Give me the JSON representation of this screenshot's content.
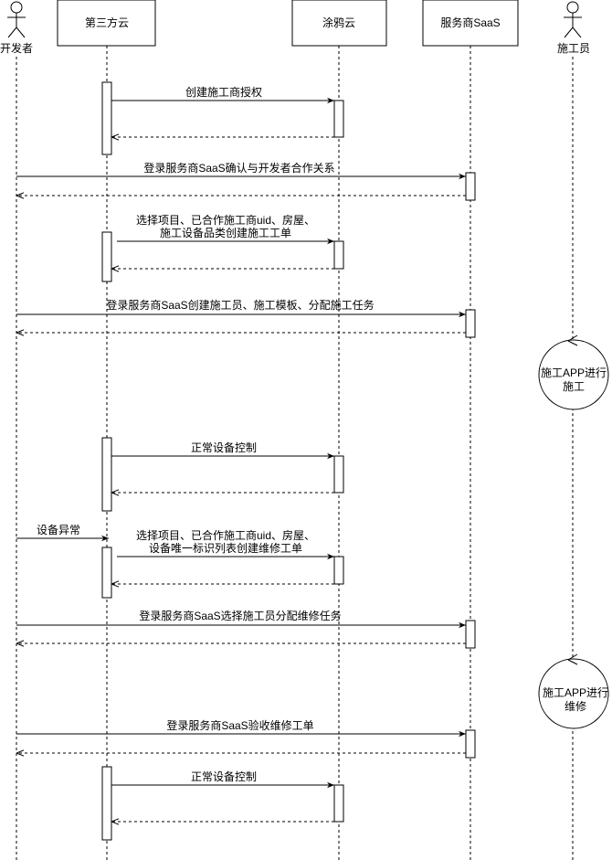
{
  "participants": {
    "developer": "开发者",
    "third_cloud": "第三方云",
    "tuya_cloud": "涂鸦云",
    "saas": "服务商SaaS",
    "worker": "施工员"
  },
  "messages": {
    "m1": "创建施工商授权",
    "m2": "登录服务商SaaS确认与开发者合作关系",
    "m3_line1": "选择项目、已合作施工商uid、房屋、",
    "m3_line2": "施工设备品类创建施工工单",
    "m4": "登录服务商SaaS创建施工员、施工模板、分配施工任务",
    "m5": "正常设备控制",
    "m6": "设备异常",
    "m7_line1": "选择项目、已合作施工商uid、房屋、",
    "m7_line2": "设备唯一标识列表创建维修工单",
    "m8": "登录服务商SaaS选择施工员分配维修任务",
    "m9": "登录服务商SaaS验收维修工单",
    "m10": "正常设备控制"
  },
  "self_actions": {
    "construct_line1": "施工APP进行",
    "construct_line2": "施工",
    "repair_line1": "施工APP进行",
    "repair_line2": "维修"
  }
}
